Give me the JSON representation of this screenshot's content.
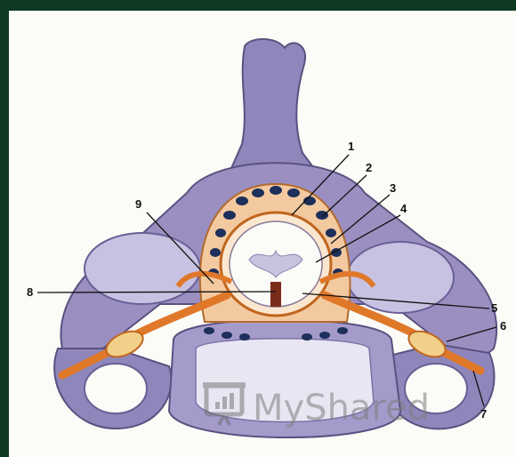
{
  "labels": [
    "1",
    "2",
    "3",
    "4",
    "5",
    "6",
    "7",
    "8",
    "9"
  ],
  "watermark": {
    "text": "MyShared",
    "icon": "presentation-chart-icon"
  },
  "colors": {
    "bone": "#9a8fc0",
    "bone_light": "#c8c2e2",
    "nerve": "#e0782a",
    "ganglion": "#f2d08a",
    "venous_plexus": "#1d2f5a",
    "frame": "#0e3a22"
  }
}
